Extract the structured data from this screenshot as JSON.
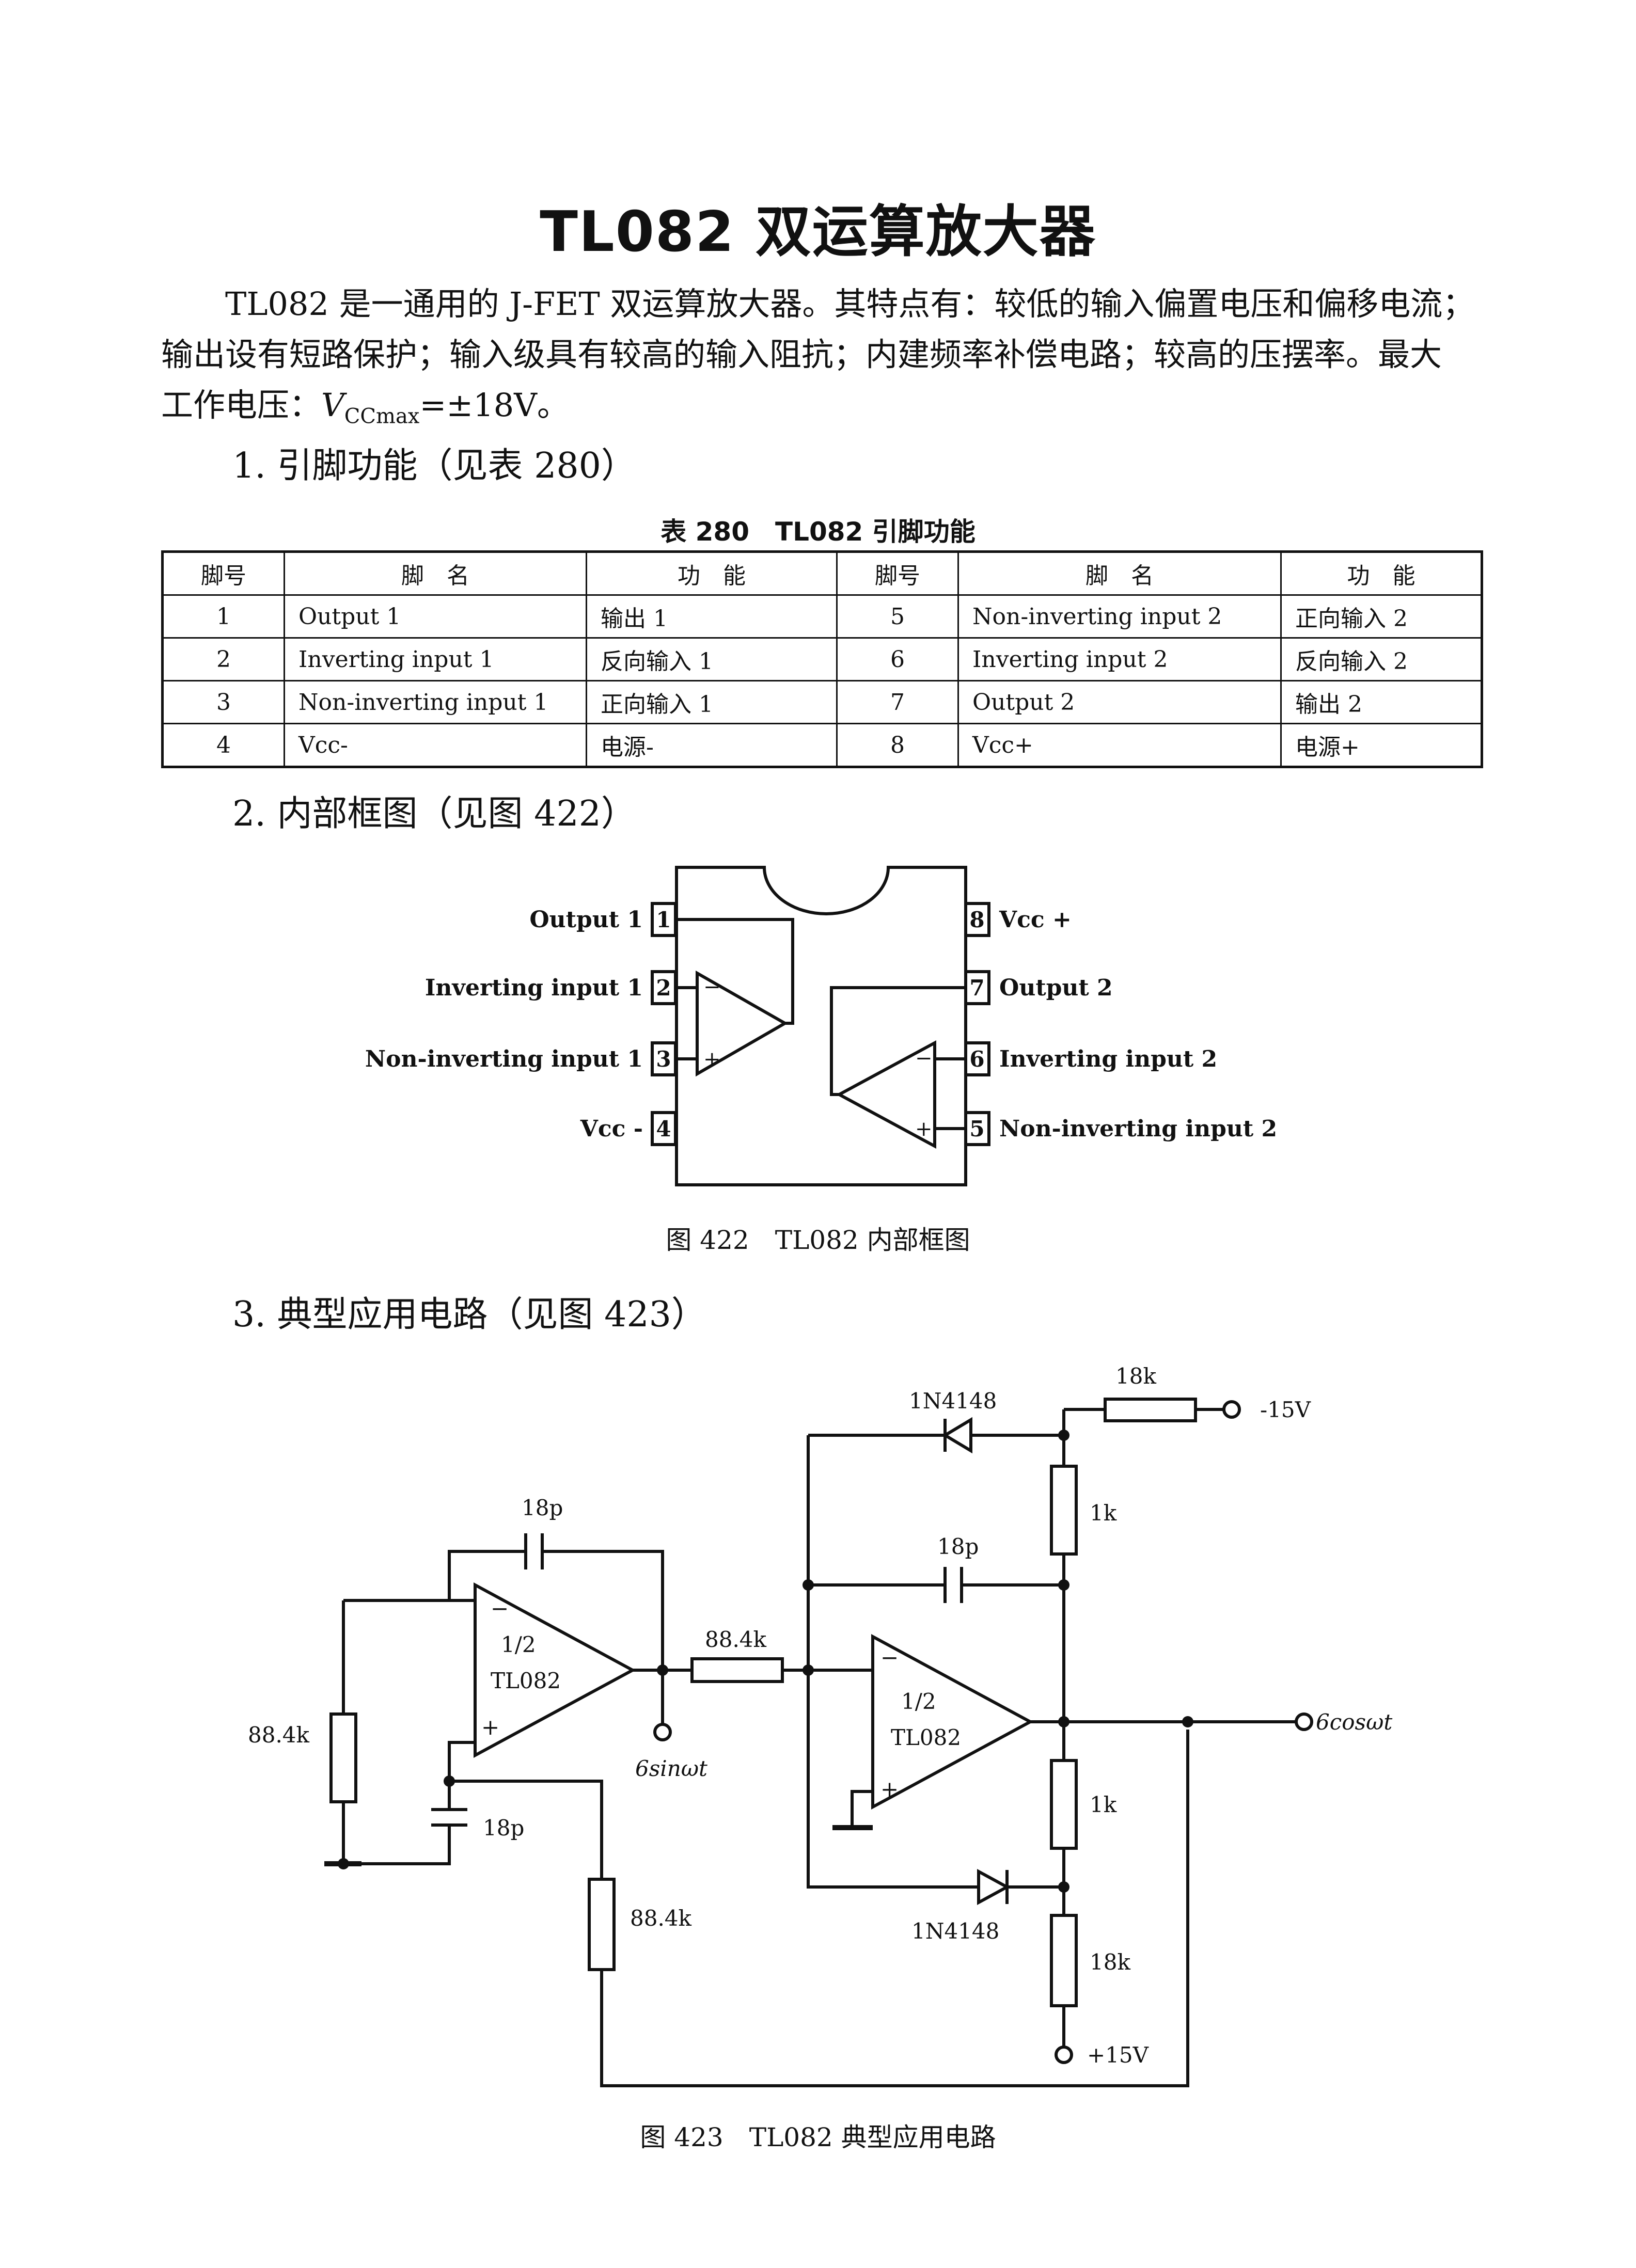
{
  "title": "TL082 双运算放大器",
  "intro": {
    "line1": "TL082 是一通用的 J-FET 双运算放大器。其特点有：较低的输入偏置电压和偏移电流；",
    "line2": "输出设有短路保护；输入级具有较高的输入阻抗；内建频率补偿电路；较高的压摆率。最大",
    "line3_prefix": "工作电压：",
    "vcc_symbol": "V",
    "vcc_sub": "CCmax",
    "vcc_value": "=±18V。"
  },
  "section1": "1. 引脚功能（见表 280）",
  "table": {
    "caption": "表 280　TL082 引脚功能",
    "headers": [
      "脚号",
      "脚　名",
      "功　能",
      "脚号",
      "脚　名",
      "功　能"
    ],
    "rows": [
      [
        "1",
        "Output 1",
        "输出 1",
        "5",
        "Non-inverting input 2",
        "正向输入 2"
      ],
      [
        "2",
        "Inverting input 1",
        "反向输入 1",
        "6",
        "Inverting input 2",
        "反向输入 2"
      ],
      [
        "3",
        "Non-inverting input 1",
        "正向输入 1",
        "7",
        "Output 2",
        "输出 2"
      ],
      [
        "4",
        "Vcc-",
        "电源-",
        "8",
        "Vcc+",
        "电源+"
      ]
    ]
  },
  "section2": "2. 内部框图（见图 422）",
  "block_diagram": {
    "caption": "图 422　TL082 内部框图",
    "left_pins": [
      {
        "num": "1",
        "label": "Output 1"
      },
      {
        "num": "2",
        "label": "Inverting input 1"
      },
      {
        "num": "3",
        "label": "Non-inverting input 1"
      },
      {
        "num": "4",
        "label": "Vcc -"
      }
    ],
    "right_pins": [
      {
        "num": "8",
        "label": "Vcc +"
      },
      {
        "num": "7",
        "label": "Output 2"
      },
      {
        "num": "6",
        "label": "Inverting input 2"
      },
      {
        "num": "5",
        "label": "Non-inverting input 2"
      }
    ],
    "minus": "−",
    "plus": "+"
  },
  "section3": "3. 典型应用电路（见图 423）",
  "circuit": {
    "caption": "图 423　TL082 典型应用电路",
    "opamp_label_top": "1/2",
    "opamp_label_bottom": "TL082",
    "c1": "18p",
    "c2": "18p",
    "c3": "18p",
    "r_left": "88.4k",
    "r_series": "88.4k",
    "r_bottom": "88.4k",
    "diode_top": "1N4148",
    "diode_bottom": "1N4148",
    "r_18k_top": "18k",
    "r_1k_top": "1k",
    "r_1k_bottom": "1k",
    "r_18k_bottom": "18k",
    "v_neg": "-15V",
    "v_pos": "+15V",
    "out1": "6sinωt",
    "out2": "6cosωt"
  }
}
